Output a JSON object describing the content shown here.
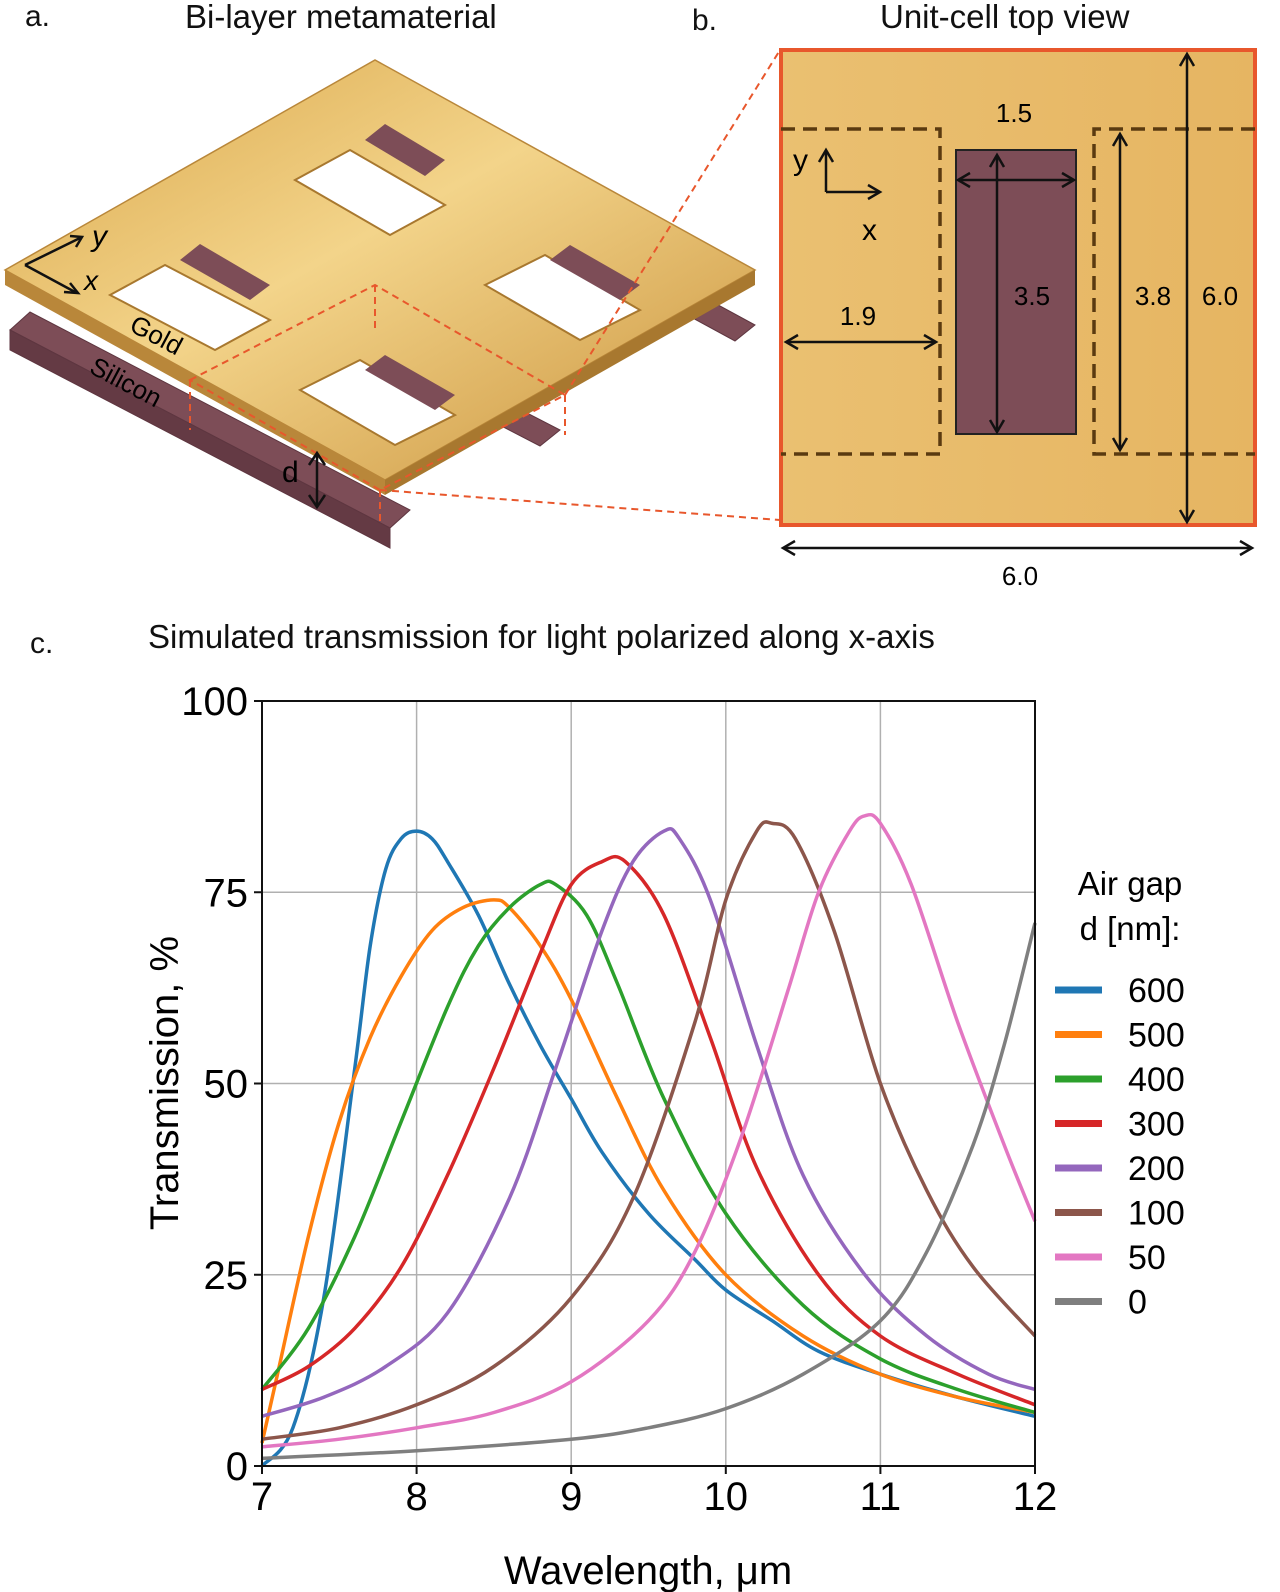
{
  "panel_a": {
    "letter": "a.",
    "title": "Bi-layer metamaterial",
    "axis_y": "y",
    "axis_x": "x",
    "label_gold": "Gold",
    "label_silicon": "Silicon",
    "label_d": "d"
  },
  "panel_b": {
    "letter": "b.",
    "title": "Unit-cell top view",
    "axis_y": "y",
    "axis_x": "x",
    "dim_width_inner": "1.5",
    "dim_length_inner": "3.5",
    "dim_gap": "1.9",
    "dim_slot": "3.8",
    "dim_cell_height": "6.0",
    "dim_cell_width": "6.0"
  },
  "panel_c": {
    "letter": "c.",
    "title": "Simulated transmission for light polarized along x-axis"
  },
  "colors": {
    "gold": "#e8b860",
    "silicon": "#7a4a55",
    "border": "#e8572c",
    "dash": "#5a3a10"
  },
  "chart_data": {
    "type": "line",
    "title": "Simulated transmission for light polarized along x-axis",
    "xlabel": "Wavelength, μm",
    "ylabel": "Transmission, %",
    "xlim": [
      7,
      12
    ],
    "ylim": [
      0,
      100
    ],
    "xticks": [
      "7",
      "8",
      "9",
      "10",
      "11",
      "12"
    ],
    "yticks": [
      "0",
      "25",
      "50",
      "75",
      "100"
    ],
    "grid": true,
    "legend_title_1": "Air gap",
    "legend_title_2": "d [nm]:",
    "legend_position": "right",
    "series": [
      {
        "name": "600",
        "color": "#1f77b4",
        "x": [
          7.0,
          7.2,
          7.4,
          7.6,
          7.7,
          7.8,
          7.9,
          8.0,
          8.1,
          8.2,
          8.4,
          8.6,
          8.8,
          9.0,
          9.2,
          9.5,
          9.8,
          10.0,
          10.3,
          10.6,
          11.0,
          11.5,
          12.0
        ],
        "y": [
          0,
          5,
          22,
          52,
          68,
          78,
          82,
          83,
          82,
          79,
          72,
          63,
          55,
          48,
          41,
          33,
          27,
          23,
          19,
          15,
          12,
          9,
          6.5
        ]
      },
      {
        "name": "500",
        "color": "#ff7f0e",
        "x": [
          7.0,
          7.1,
          7.3,
          7.5,
          7.7,
          7.9,
          8.1,
          8.3,
          8.5,
          8.6,
          8.8,
          9.0,
          9.3,
          9.6,
          10.0,
          10.5,
          11.0,
          11.5,
          12.0
        ],
        "y": [
          3,
          12,
          30,
          45,
          56,
          64,
          70,
          73,
          74,
          73,
          68,
          61,
          48,
          36,
          25,
          17,
          12,
          9,
          7
        ]
      },
      {
        "name": "400",
        "color": "#2ca02c",
        "x": [
          7.0,
          7.3,
          7.6,
          7.9,
          8.2,
          8.4,
          8.6,
          8.8,
          8.9,
          9.1,
          9.3,
          9.6,
          10.0,
          10.5,
          11.0,
          11.5,
          12.0
        ],
        "y": [
          10,
          18,
          30,
          45,
          60,
          68,
          73,
          76,
          76,
          72,
          63,
          48,
          33,
          21,
          14,
          10,
          7
        ]
      },
      {
        "name": "300",
        "color": "#d62728",
        "x": [
          7.0,
          7.3,
          7.6,
          7.9,
          8.2,
          8.5,
          8.8,
          9.0,
          9.2,
          9.35,
          9.6,
          9.9,
          10.2,
          10.6,
          11.0,
          11.5,
          12.0
        ],
        "y": [
          10,
          13,
          18,
          26,
          38,
          52,
          67,
          76,
          79,
          79,
          72,
          56,
          39,
          25,
          17,
          12,
          8
        ]
      },
      {
        "name": "200",
        "color": "#9467bd",
        "x": [
          7.0,
          7.4,
          7.8,
          8.2,
          8.6,
          8.9,
          9.2,
          9.4,
          9.6,
          9.7,
          9.9,
          10.2,
          10.5,
          10.9,
          11.3,
          11.7,
          12.0
        ],
        "y": [
          6.5,
          9,
          13,
          20,
          35,
          52,
          70,
          79,
          83,
          82,
          74,
          55,
          38,
          25,
          17,
          12,
          10
        ]
      },
      {
        "name": "100",
        "color": "#8c564b",
        "x": [
          7.0,
          7.5,
          8.0,
          8.5,
          9.0,
          9.4,
          9.8,
          10.0,
          10.2,
          10.3,
          10.45,
          10.7,
          11.0,
          11.3,
          11.6,
          12.0
        ],
        "y": [
          3.5,
          5,
          8,
          13,
          22,
          35,
          58,
          74,
          83,
          84,
          82,
          70,
          50,
          36,
          26,
          17
        ]
      },
      {
        "name": "50",
        "color": "#e377c2",
        "x": [
          7.0,
          7.5,
          8.0,
          8.5,
          9.0,
          9.5,
          9.8,
          10.1,
          10.4,
          10.6,
          10.8,
          10.9,
          11.0,
          11.2,
          11.5,
          11.8,
          12.0
        ],
        "y": [
          2.5,
          3.5,
          5,
          7,
          11,
          19,
          28,
          43,
          62,
          75,
          83,
          85,
          84,
          76,
          58,
          42,
          32
        ]
      },
      {
        "name": "0",
        "color": "#7f7f7f",
        "x": [
          7.0,
          8.0,
          9.0,
          9.5,
          10.0,
          10.5,
          11.0,
          11.3,
          11.6,
          11.8,
          12.0
        ],
        "y": [
          1,
          2,
          3.5,
          5,
          7.5,
          12,
          19,
          28,
          42,
          55,
          71
        ]
      }
    ]
  }
}
